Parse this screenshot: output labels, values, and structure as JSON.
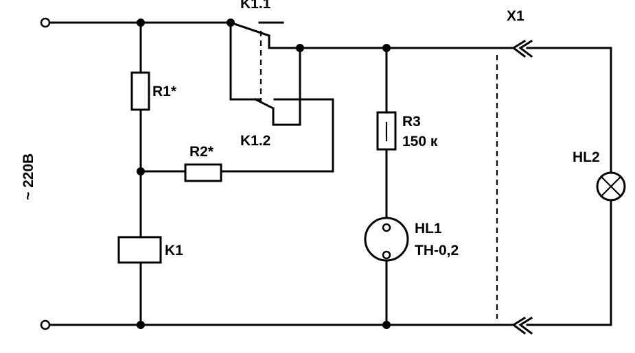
{
  "supply": {
    "label": "~ 220В"
  },
  "components": {
    "r1": {
      "label": "R1*"
    },
    "r2": {
      "label": "R2*"
    },
    "r3": {
      "label": "R3",
      "value": "150 к"
    },
    "k1": {
      "label": "K1"
    },
    "k1_1": {
      "label": "K1.1"
    },
    "k1_2": {
      "label": "K1.2"
    },
    "hl1": {
      "label": "HL1",
      "type": "ТН-0,2"
    },
    "hl2": {
      "label": "HL2"
    },
    "x1": {
      "label": "X1"
    }
  }
}
